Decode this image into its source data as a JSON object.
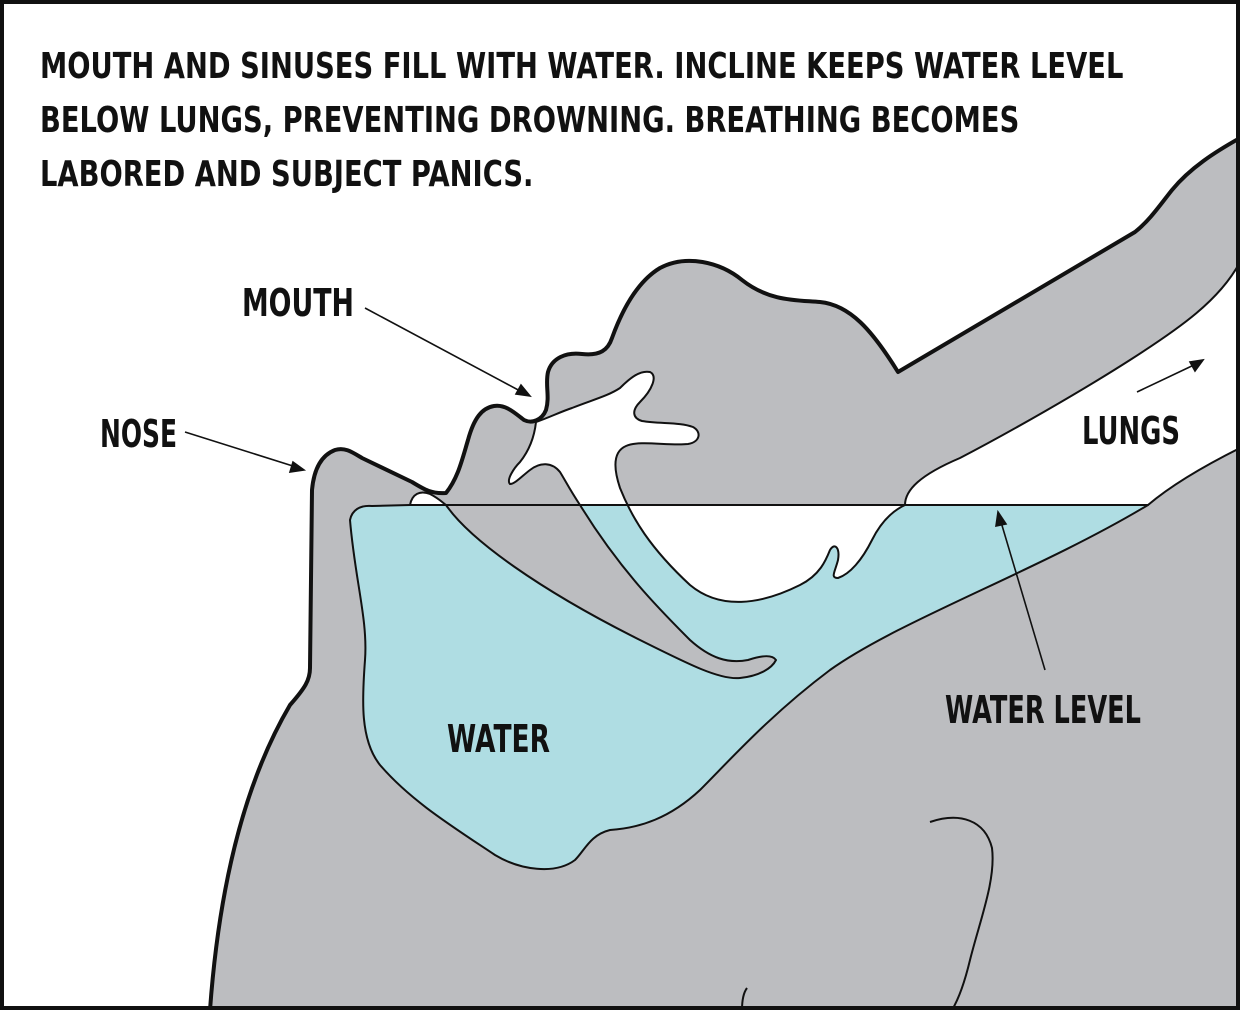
{
  "caption": {
    "line1": "MOUTH AND SINUSES FILL WITH WATER. INCLINE KEEPS WATER LEVEL",
    "line2": "BELOW LUNGS, PREVENTING DROWNING. BREATHING BECOMES",
    "line3": "LABORED AND SUBJECT PANICS."
  },
  "labels": {
    "mouth": "MOUTH",
    "nose": "NOSE",
    "lungs": "LUNGS",
    "water": "WATER",
    "water_level": "WATER LEVEL"
  },
  "colors": {
    "body": "#bcbdc0",
    "water": "#afdde3",
    "outline": "#111111",
    "background": "#ffffff"
  }
}
